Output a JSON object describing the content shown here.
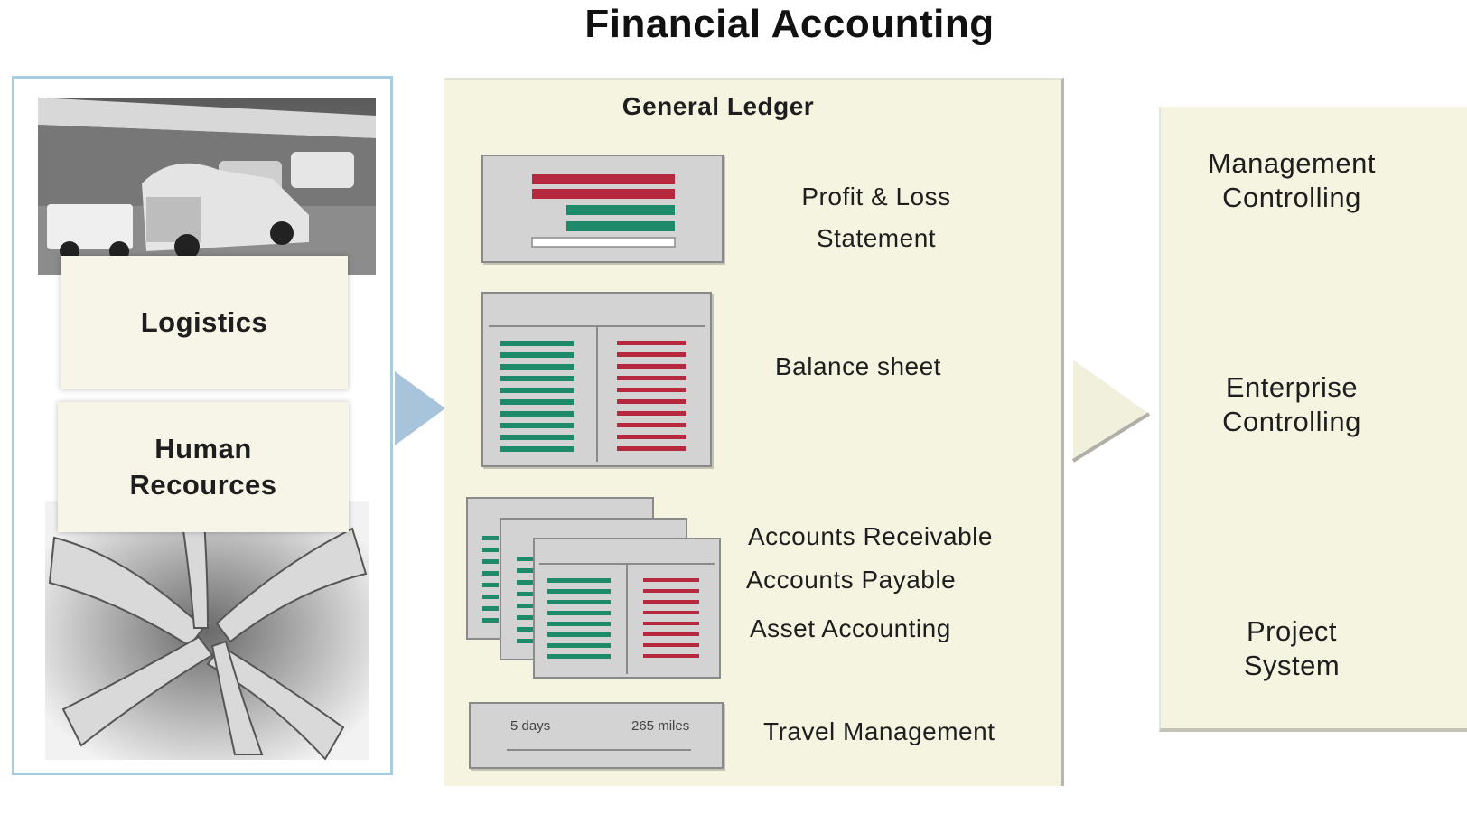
{
  "title": "Financial Accounting",
  "left": {
    "logistics": "Logistics",
    "hr_line1": "Human",
    "hr_line2": "Recources"
  },
  "general_ledger": {
    "title": "General Ledger",
    "pl_line1": "Profit & Loss",
    "pl_line2": "Statement",
    "balance_sheet": "Balance sheet",
    "accounts_receivable": "Accounts Receivable",
    "accounts_payable": "Accounts Payable",
    "asset_accounting": "Asset Accounting",
    "travel_days": "5 days",
    "travel_miles": "265 miles",
    "travel_management": "Travel Management"
  },
  "right": {
    "mc_line1": "Management",
    "mc_line2": "Controlling",
    "ec_line1": "Enterprise",
    "ec_line2": "Controlling",
    "ps_line1": "Project",
    "ps_line2": "System"
  },
  "colors": {
    "red_bar": "#b5283e",
    "green_bar": "#1f8a6a",
    "panel_cream": "#f5f4e1",
    "left_border": "#a9cde0",
    "arrow_blue": "#a8c4da"
  }
}
